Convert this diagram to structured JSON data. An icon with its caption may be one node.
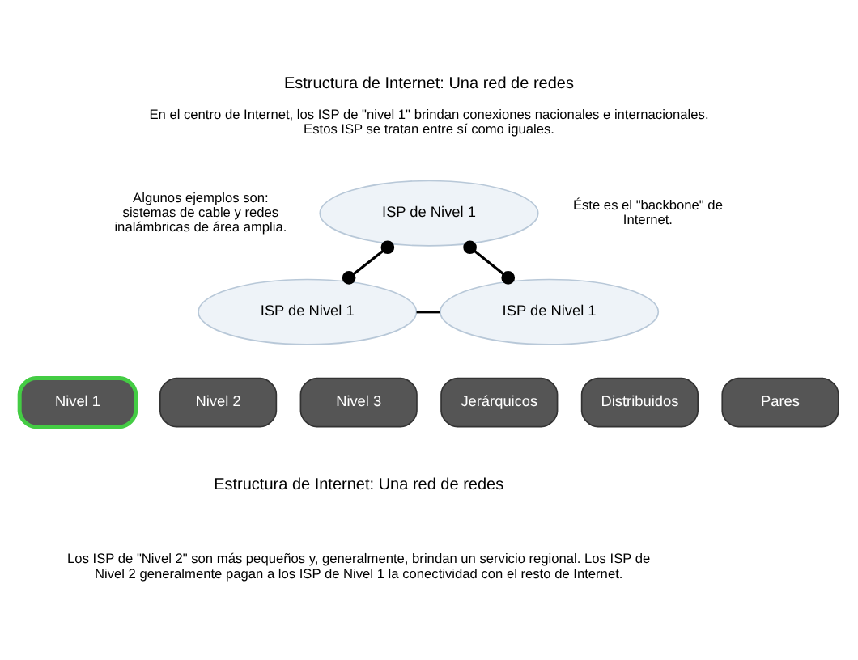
{
  "diagram": {
    "title": "Estructura de Internet: Una red de redes",
    "nodes": [
      {
        "text": [
          "ISP de Nivel 1"
        ]
      },
      {
        "text": [
          "ISP de Nivel 1"
        ]
      },
      {
        "text": [
          "ISP de Nivel 1"
        ]
      }
    ],
    "edges": [
      {
        "from": 0,
        "to": 1,
        "arrow": "other"
      },
      {
        "from": 0,
        "to": 2,
        "arrow": "other"
      },
      {
        "from": 1,
        "to": 2,
        "arrow": "none"
      }
    ],
    "labels": [
      "En el centro de Internet, los ISP de \"nivel 1\" brindan conexiones nacionales e internacionales. Estos ISP se tratan entre sí como iguales.",
      "Algunos ejemplos son: sistemas de cable y redes inalámbricas de área amplia.",
      "Éste es el \"backbone\" de Internet.",
      "Nivel 1",
      "Nivel 2",
      "Nivel 3",
      "Jerárquicos",
      "Distribuidos",
      "Pares",
      "Estructura de Internet: Una red de redes",
      "Los ISP de \"Nivel 2\" son más pequeños y, generalmente, brindan un servicio regional. Los ISP de Nivel 2 generalmente pagan a los ISP de Nivel 1 la conectividad con el resto de Internet."
    ]
  }
}
